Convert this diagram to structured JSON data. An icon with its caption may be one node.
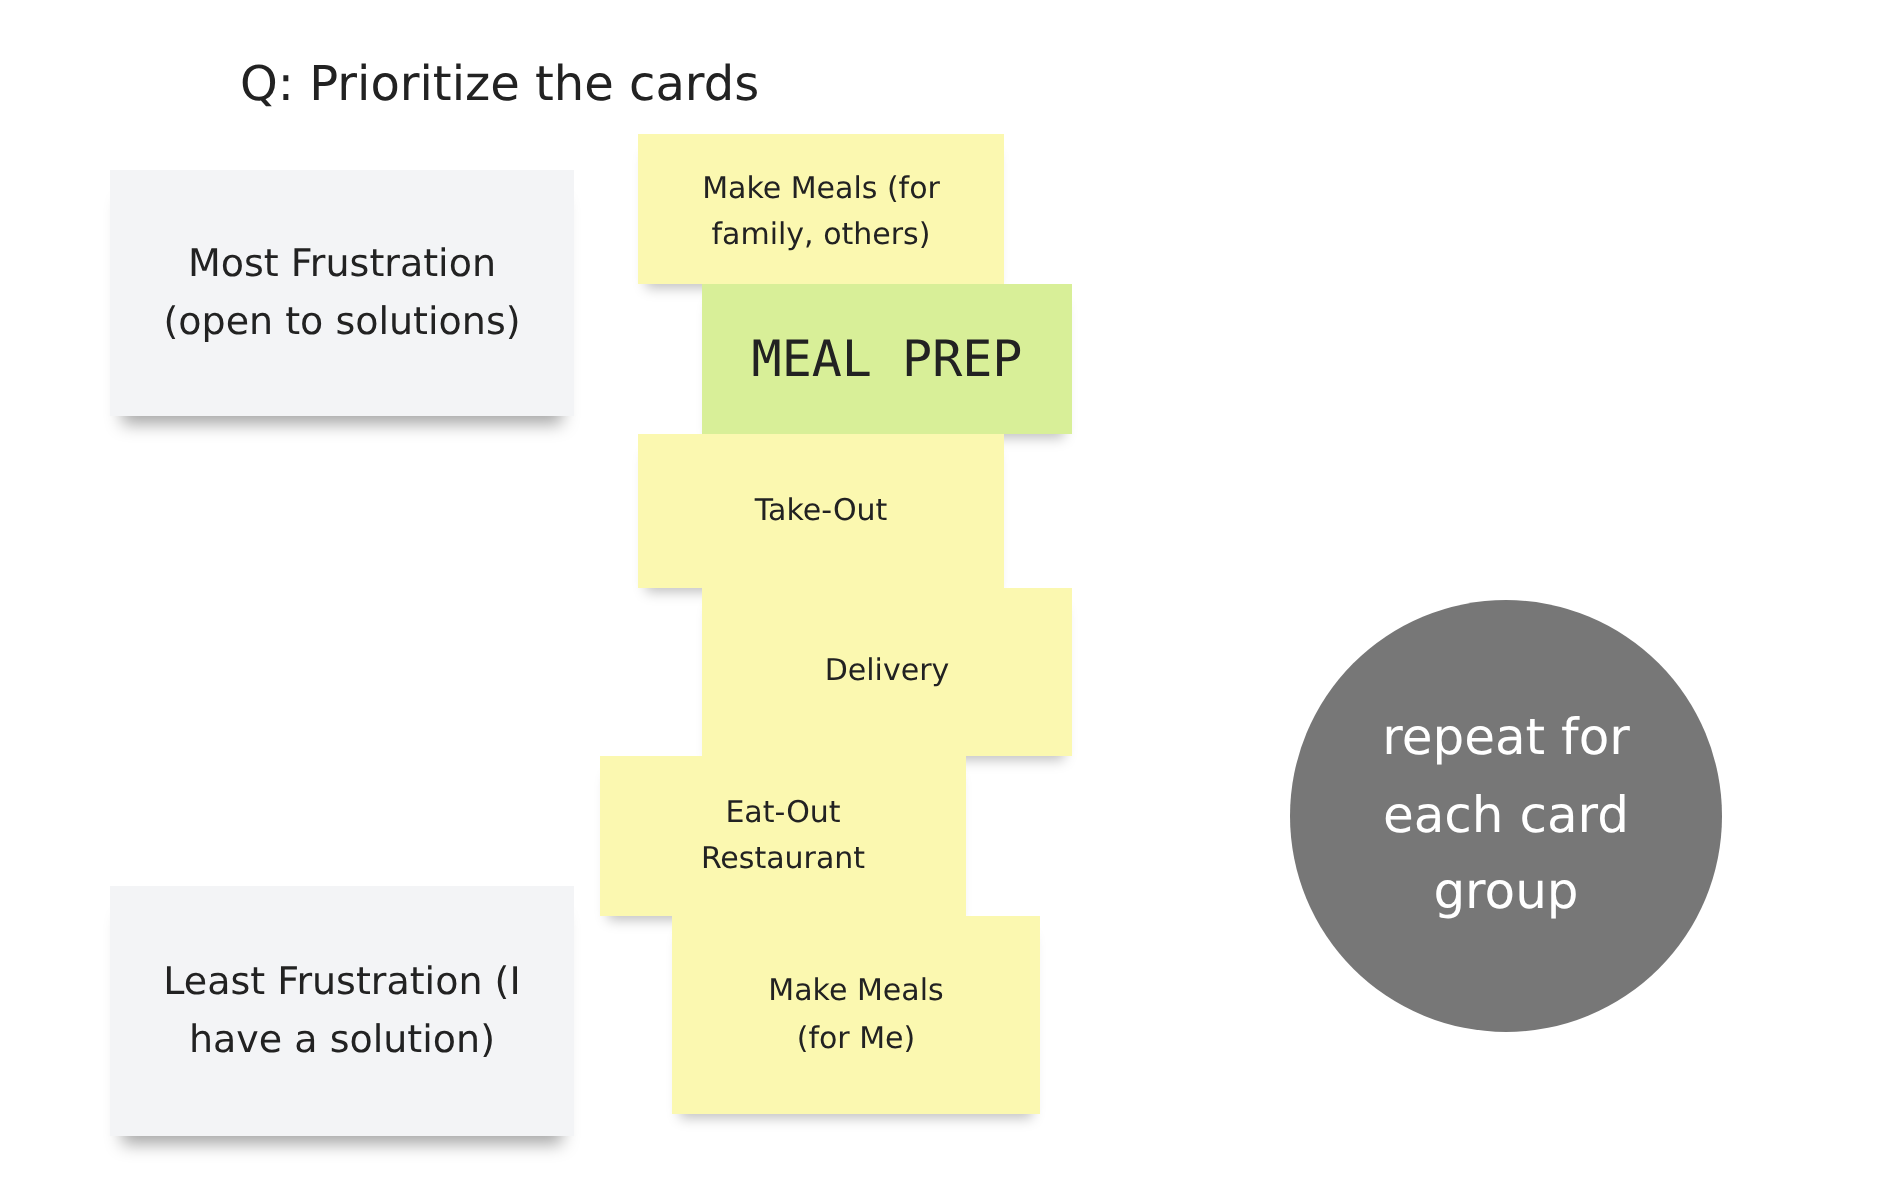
{
  "diagram": {
    "title": "Q: Prioritize the cards",
    "nodes": [
      {
        "text": [
          "Most Frustration (open to solutions)"
        ]
      },
      {
        "text": [
          "Make Meals (for family, others)"
        ]
      },
      {
        "text": [
          "MEAL PREP"
        ]
      },
      {
        "text": [
          "Take-Out"
        ]
      },
      {
        "text": [
          "Delivery"
        ]
      },
      {
        "text": [
          "Eat-Out Restaurant"
        ]
      },
      {
        "text": [
          "Least Frustration (I have a solution)"
        ]
      },
      {
        "text": [
          "Make Meals (for Me)"
        ]
      },
      {
        "text": [
          "repeat for each card group"
        ]
      }
    ]
  }
}
